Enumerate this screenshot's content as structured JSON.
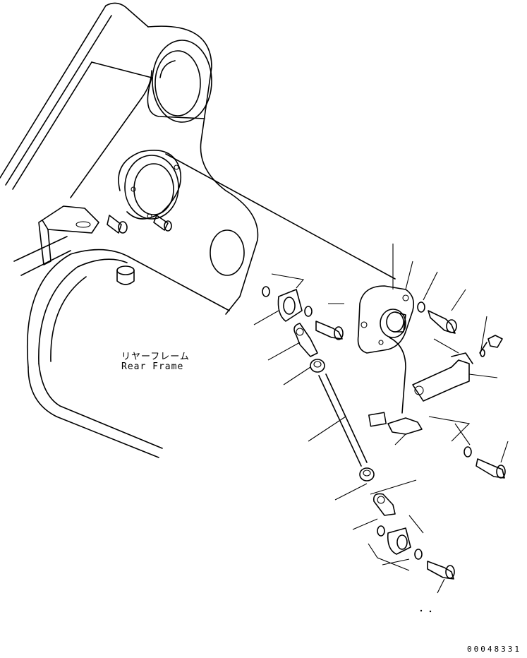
{
  "figure": {
    "rear_frame_label_jp": "リヤーフレーム",
    "rear_frame_label_en": "Rear Frame",
    "drawing_code": "00048331"
  }
}
